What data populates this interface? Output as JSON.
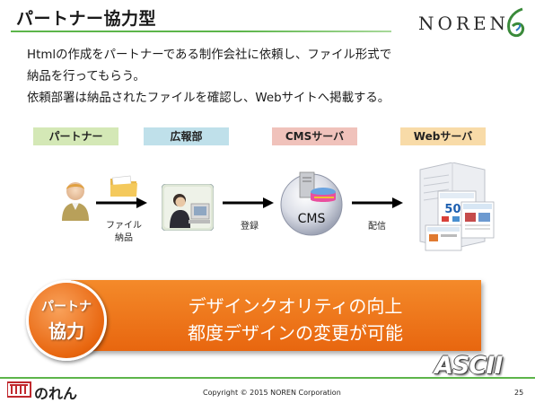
{
  "slide": {
    "title": "パートナー協力型",
    "brand": "NOREN",
    "intro": [
      "Htmlの作成をパートナーである制作会社に依頼し、ファイル形式で",
      "納品を行ってもらう。",
      "依頼部署は納品されたファイルを確認し、Webサイトへ掲載する。"
    ]
  },
  "flow": {
    "stages": [
      "パートナー",
      "広報部",
      "CMSサーバ",
      "Webサーバ"
    ],
    "step1_label_line1": "ファイル",
    "step1_label_line2": "納品",
    "step2_label": "登録",
    "step3_label": "配信",
    "cms_label": "CMS",
    "web_number": "500"
  },
  "banner": {
    "badge_top": "パートナ",
    "badge_bottom": "協力",
    "line1": "デザインクオリティの向上",
    "line2": "都度デザインの変更が可能"
  },
  "footer": {
    "logo_text": "のれん",
    "copyright": "Copyright © 2015 NOREN Corporation",
    "page": "25",
    "watermark": "ASCII"
  },
  "colors": {
    "accent_green": "#5cb54a",
    "banner_orange": "#e8660f",
    "stage_partner": "#d4e8b6",
    "stage_pr": "#bfe0ea",
    "stage_cms": "#f0c2bb",
    "stage_web": "#f8dba8"
  }
}
